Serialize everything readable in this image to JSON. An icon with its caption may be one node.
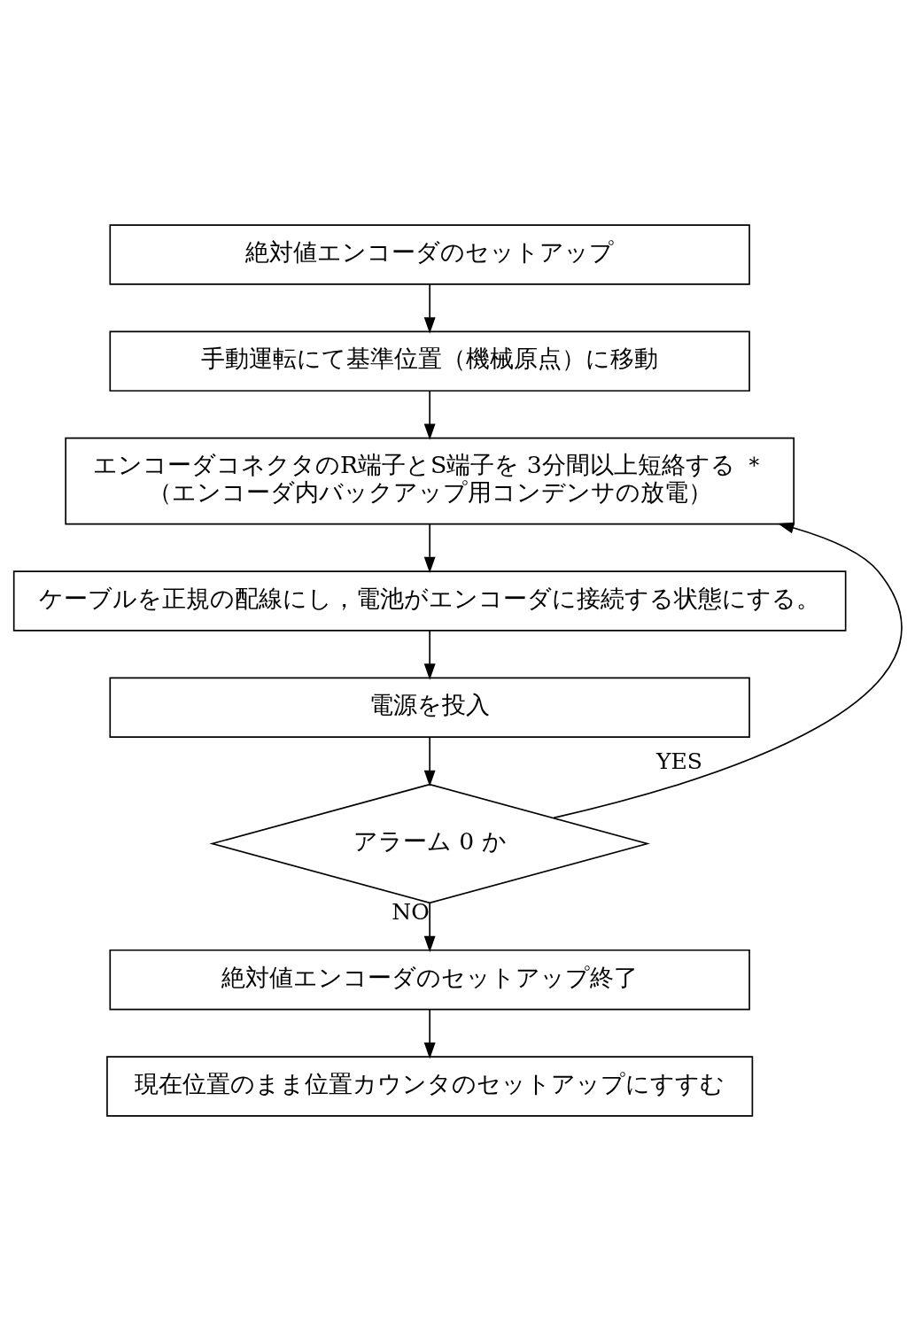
{
  "diagram": {
    "nodes": [
      {
        "text": [
          "絶対値エンコーダのセットアップ"
        ]
      },
      {
        "text": [
          "手動運転にて基準位置（機械原点）に移動"
        ]
      },
      {
        "text": [
          "エンコーダコネクタのR端子とS端子を 3分間以上短絡する ＊",
          "（エンコーダ内バックアップ用コンデンサの放電）"
        ]
      },
      {
        "text": [
          "ケーブルを正規の配線にし，電池がエンコーダに接続する状態にする。"
        ]
      },
      {
        "text": [
          "電源を投入"
        ]
      },
      {
        "text": [
          "アラーム 0 か"
        ]
      },
      {
        "text": [
          "絶対値エンコーダのセットアップ終了"
        ]
      },
      {
        "text": [
          "現在位置のまま位置カウンタのセットアップにすすむ"
        ]
      }
    ],
    "edges": [
      {
        "from": 0,
        "to": 1,
        "arrow": "to"
      },
      {
        "from": 1,
        "to": 2,
        "arrow": "to"
      },
      {
        "from": 2,
        "to": 3,
        "arrow": "to"
      },
      {
        "from": 3,
        "to": 4,
        "arrow": "to"
      },
      {
        "from": 4,
        "to": 5,
        "arrow": "to"
      },
      {
        "from": 5,
        "to": 2,
        "arrow": "to",
        "label": "YES"
      },
      {
        "from": 5,
        "to": 6,
        "arrow": "to",
        "label": "NO"
      },
      {
        "from": 6,
        "to": 7,
        "arrow": "to"
      }
    ]
  }
}
